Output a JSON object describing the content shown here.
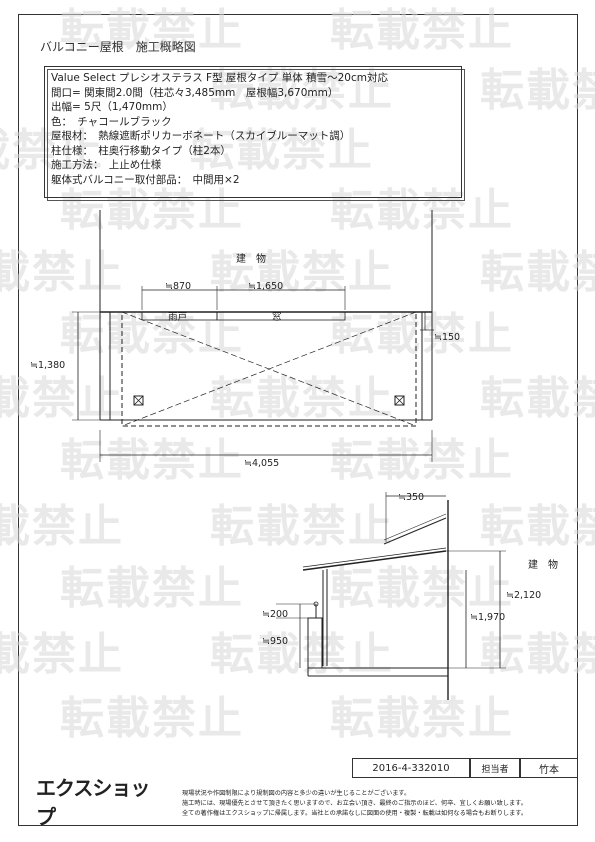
{
  "header": {
    "title": "バルコニー屋根　施工概略図"
  },
  "spec": {
    "lines": [
      "Value Select プレシオステラス F型 屋根タイプ 単体 積雪～20cm対応",
      "間口= 関東間2.0間（柱芯々3,485mm　屋根幅3,670mm）",
      "出幅= 5尺（1,470mm）",
      "色：　チャコールブラック",
      "屋根材：　熱線遮断ポリカーボネート（スカイブルーマット調）",
      "柱仕様：　柱奥行移動タイプ（柱2本）",
      "施工方法：　上止め仕様",
      "躯体式バルコニー取付部品：　中間用×2"
    ]
  },
  "plan": {
    "building_label": "建　物",
    "dim_870": "≒870",
    "dim_1650": "≒1,650",
    "door_label": "雨戸",
    "window_label": "窓",
    "dim_150": "≒150",
    "dim_1380": "≒1,380",
    "dim_4055": "≒4,055"
  },
  "elevation": {
    "dim_350": "≒350",
    "building_label": "建　物",
    "dim_2120": "≒2,120",
    "dim_1970": "≒1,970",
    "dim_200": "≒200",
    "dim_950": "≒950"
  },
  "watermark": {
    "text": "転載禁止"
  },
  "footer": {
    "doc_number": "2016-4-332010",
    "person_label": "担当者",
    "person_name": "竹本",
    "logo_text": "エクスショップ",
    "notes": [
      "現場状況や作図制限により規制図の内容と多少の違いが生じることがございます。",
      "施工時には、現場優先とさせて頂きたく思いますので、お立会い頂き、最終のご指示のほど、何卒、宜しくお願い致します。",
      "全ての著作権はエクスショップに帰属します。当社との承諾なしに図面の使用・複製・転載は如何なる場合もお断りします。"
    ]
  }
}
